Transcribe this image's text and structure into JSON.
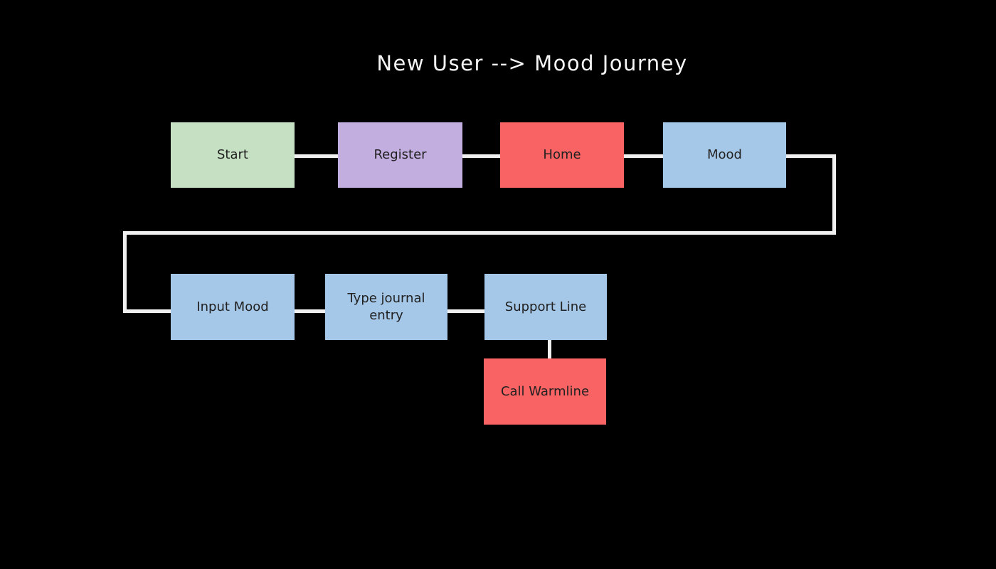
{
  "canvas": {
    "background": "#000000",
    "line_color": "#f0f0f0",
    "node_text_color": "#212121",
    "title_color": "#f5f5f5"
  },
  "title": {
    "text": "New User --> Mood Journey"
  },
  "nodes": [
    {
      "id": "start",
      "label": "Start",
      "color": "#c5e0c2"
    },
    {
      "id": "register",
      "label": "Register",
      "color": "#c3aee0"
    },
    {
      "id": "home",
      "label": "Home",
      "color": "#fa6363"
    },
    {
      "id": "mood",
      "label": "Mood",
      "color": "#a6c8e8"
    },
    {
      "id": "input-mood",
      "label": "Input Mood",
      "color": "#a6c8e8"
    },
    {
      "id": "type-journal-entry",
      "label": "Type journal entry",
      "color": "#a6c8e8"
    },
    {
      "id": "support-line",
      "label": "Support Line",
      "color": "#a6c8e8"
    },
    {
      "id": "call-warmline",
      "label": "Call Warmline",
      "color": "#fa6363"
    }
  ],
  "edges": [
    {
      "from": "Start",
      "to": "Register"
    },
    {
      "from": "Register",
      "to": "Home"
    },
    {
      "from": "Home",
      "to": "Mood"
    },
    {
      "from": "Mood",
      "to": "Input Mood"
    },
    {
      "from": "Input Mood",
      "to": "Type journal entry"
    },
    {
      "from": "Type journal entry",
      "to": "Support Line"
    },
    {
      "from": "Support Line",
      "to": "Call Warmline"
    }
  ]
}
